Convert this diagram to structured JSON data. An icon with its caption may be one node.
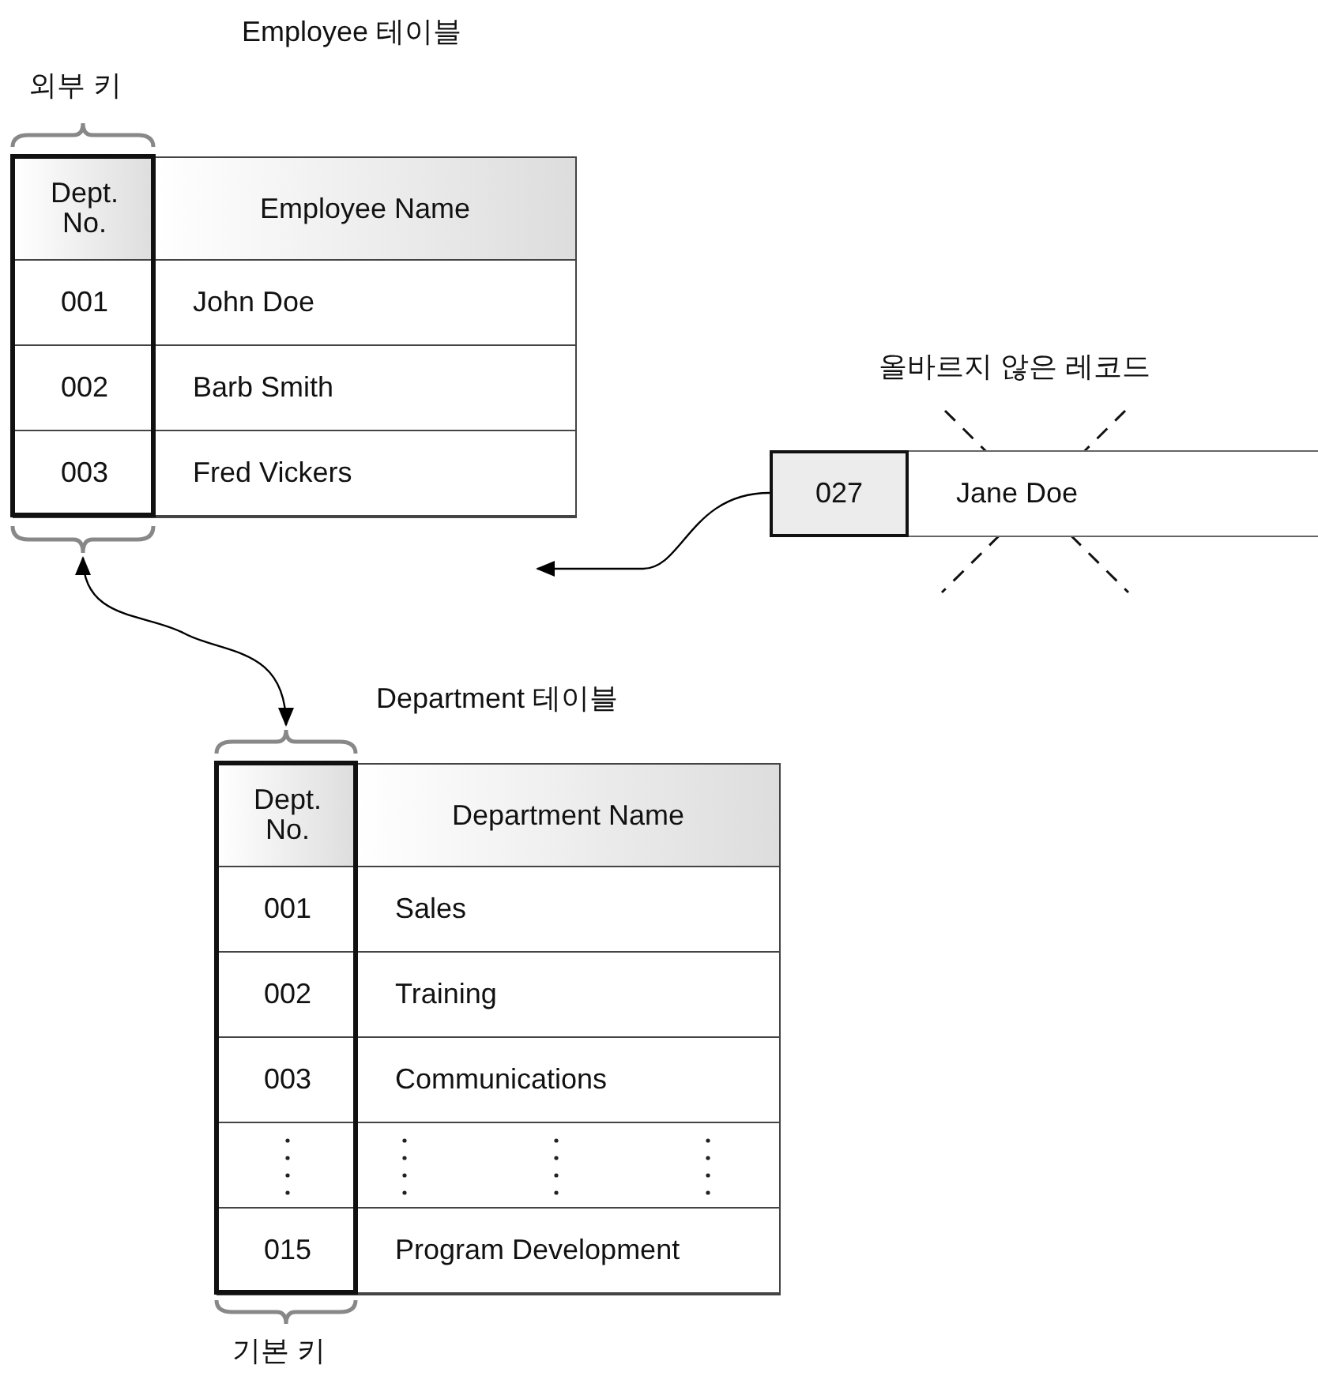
{
  "diagram": {
    "nodes": [
      {
        "text": [
          "Employee 테이블",
          "Dept. No.",
          "Employee Name",
          "001",
          "John Doe",
          "002",
          "Barb Smith",
          "003",
          "Fred Vickers"
        ]
      },
      {
        "text": [],
        "shape": "brace"
      },
      {
        "text": [
          "올바르지 않은 레코드",
          "027",
          "Jane Doe"
        ]
      },
      {
        "text": [],
        "shape": "brace"
      },
      {
        "text": [
          "Department 테이블",
          "Dept. No.",
          "Department Name",
          "001",
          "Sales",
          "002",
          "Training",
          "003",
          "Communications",
          "015",
          "Program Development"
        ]
      }
    ],
    "edges": [
      {
        "from": 1,
        "to": 3,
        "arrow": "both"
      },
      {
        "from": 2,
        "to": null,
        "arrow": "to"
      }
    ],
    "labels": [
      "외부 키",
      "기본 키"
    ]
  }
}
